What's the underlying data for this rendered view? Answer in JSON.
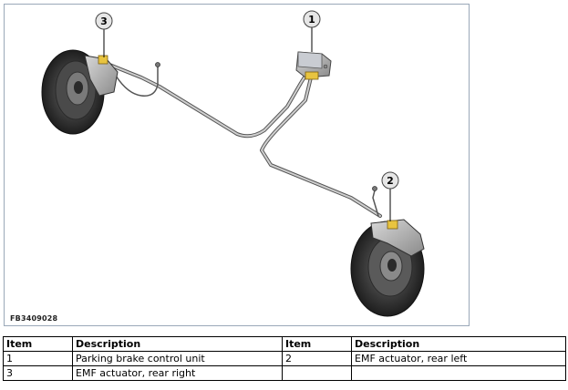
{
  "figure": {
    "code": "FB3409028",
    "callouts": [
      "1",
      "2",
      "3"
    ]
  },
  "table": {
    "headers": [
      "Item",
      "Description",
      "Item",
      "Description"
    ],
    "rows": [
      [
        "1",
        "Parking brake control unit",
        "2",
        "EMF actuator, rear left"
      ],
      [
        "3",
        "EMF actuator, rear right",
        "",
        ""
      ]
    ]
  }
}
